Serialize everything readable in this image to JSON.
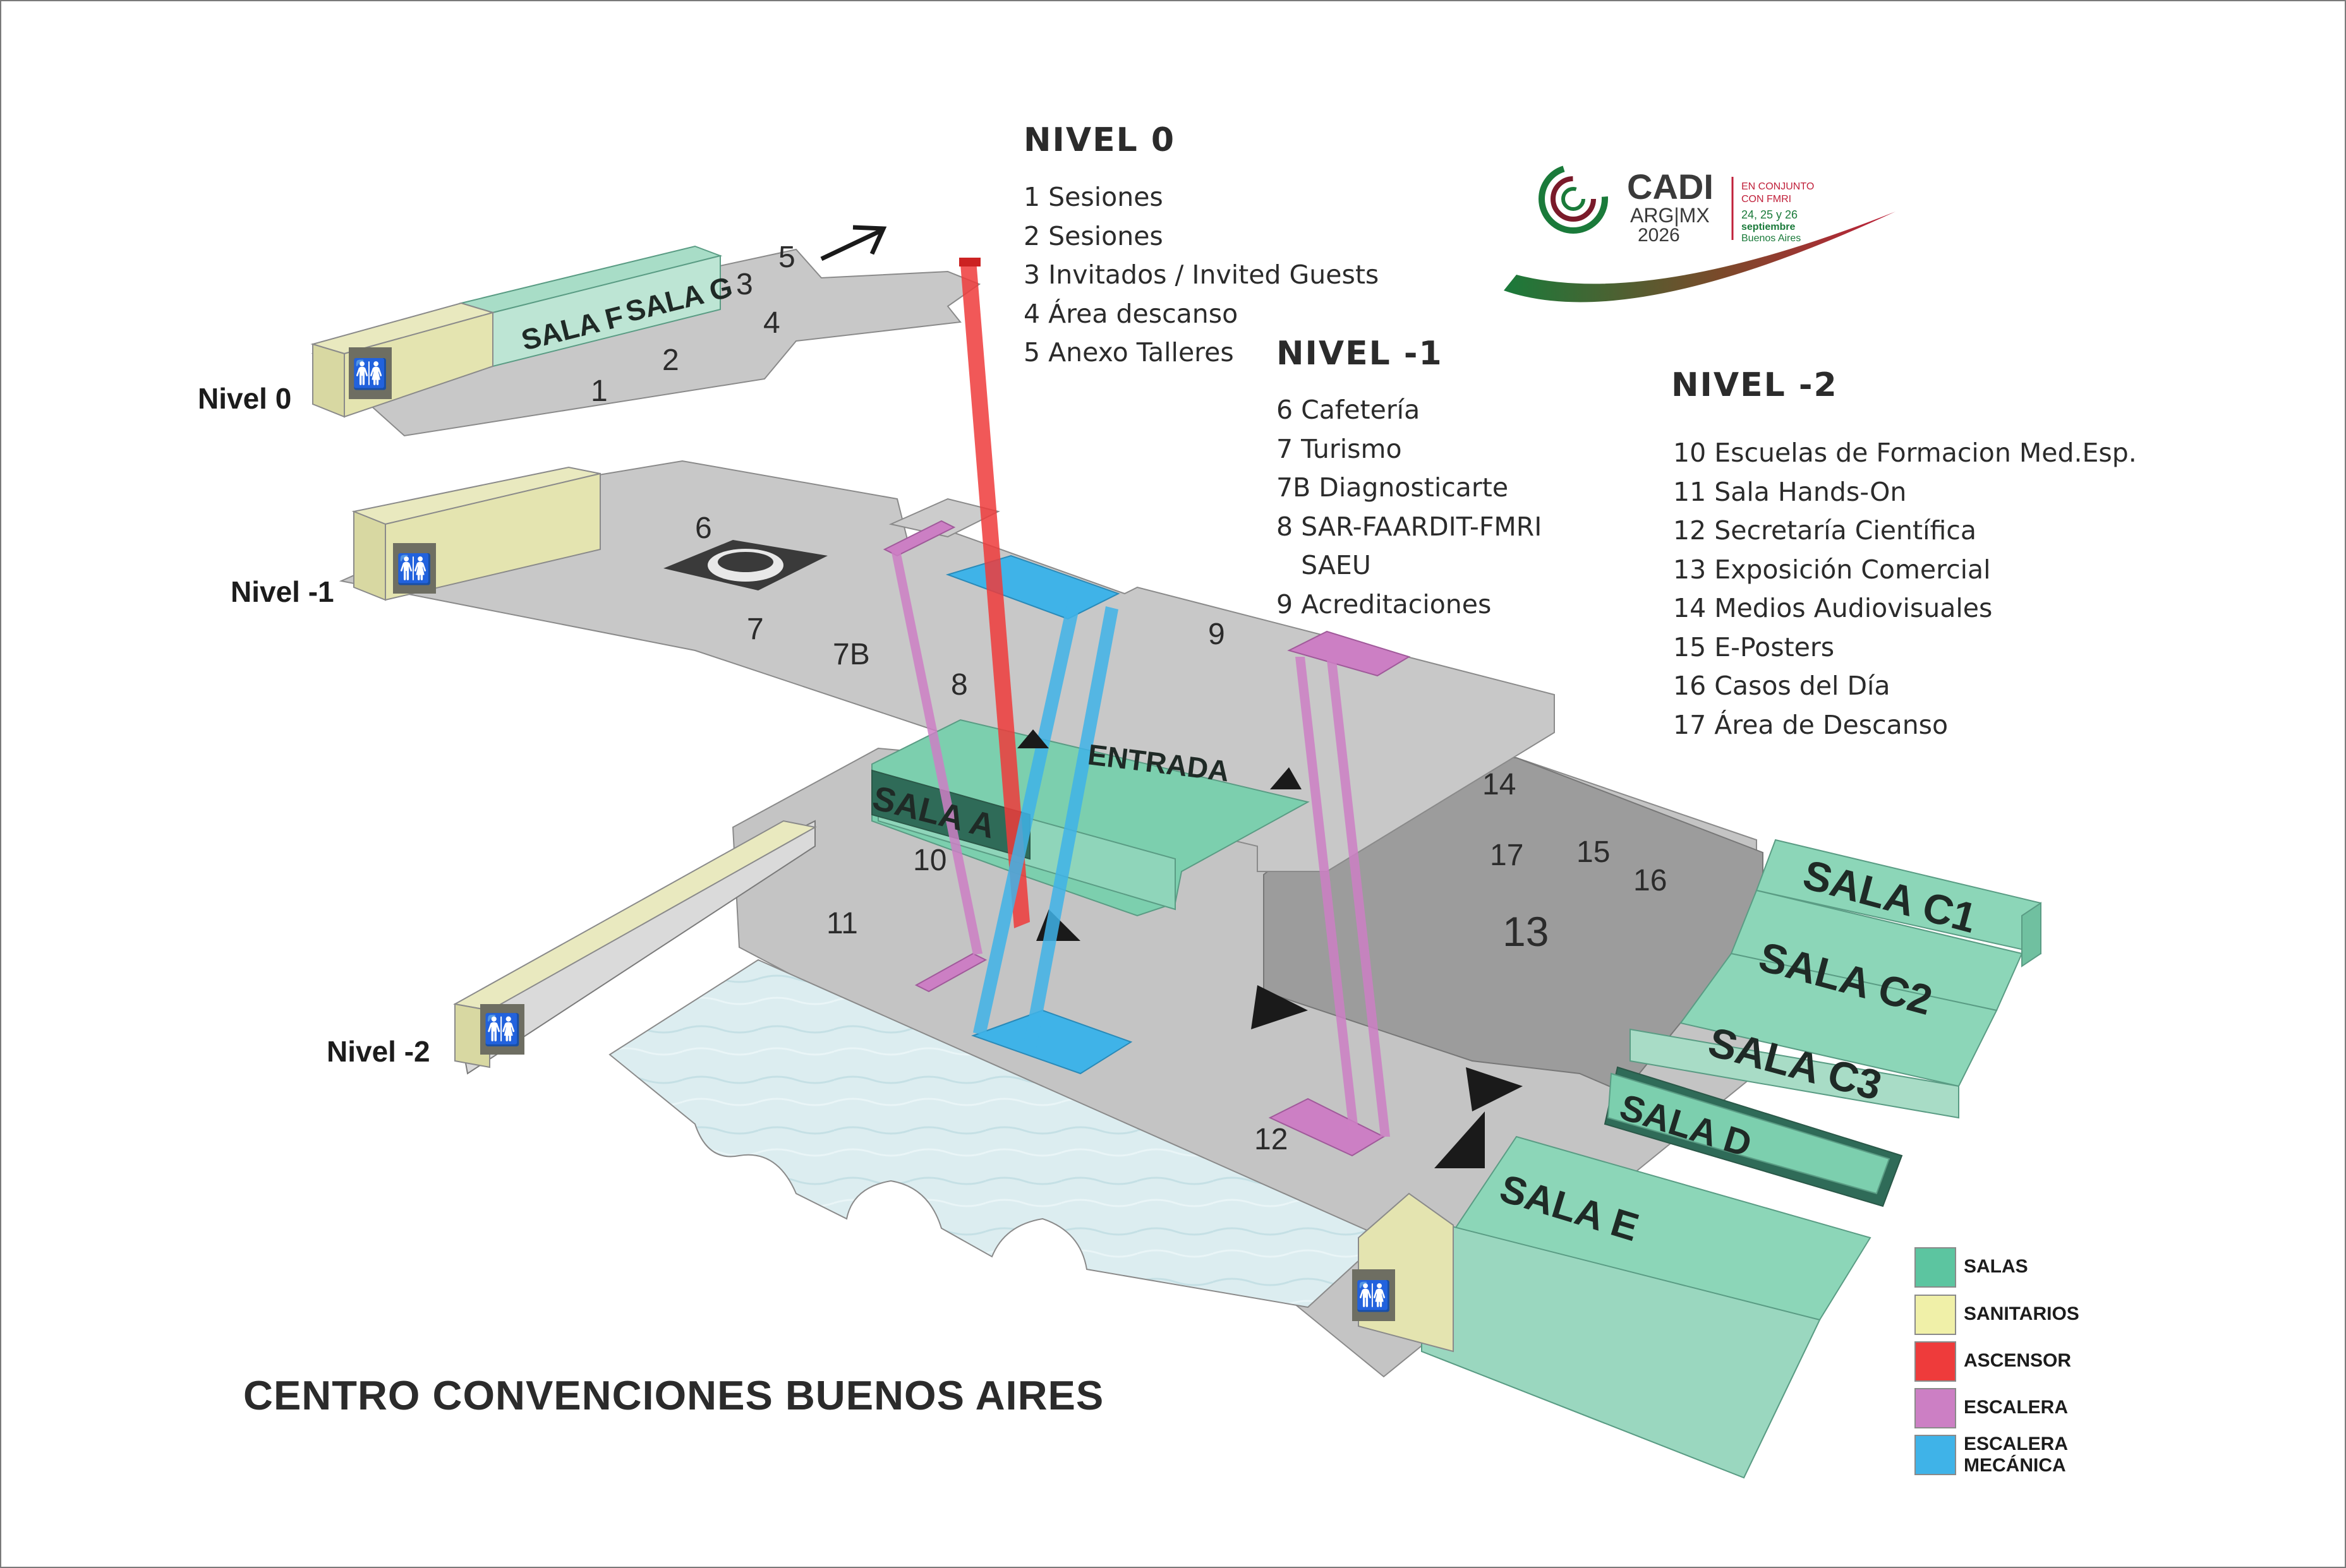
{
  "map_title": "CENTRO CONVENCIONES BUENOS AIRES",
  "levels": {
    "nivel0": {
      "title": "NIVEL 0",
      "side_label": "Nivel 0",
      "items": [
        "1 Sesiones",
        "2 Sesiones",
        "3 Invitados / Invited Guests",
        "4 Área descanso",
        "5 Anexo Talleres"
      ]
    },
    "nivel_1": {
      "title": "NIVEL -1",
      "side_label": "Nivel -1",
      "items": [
        "6 Cafetería",
        "7 Turismo",
        "7B Diagnosticarte",
        "8 SAR-FAARDIT-FMRI",
        "   SAEU",
        "9 Acreditaciones"
      ]
    },
    "nivel_2": {
      "title": "NIVEL -2",
      "side_label": "Nivel -2",
      "items": [
        "10 Escuelas de Formacion Med.Esp.",
        "11 Sala Hands-On",
        "12 Secretaría Científica",
        "13 Exposición Comercial",
        "14 Medios Audiovisuales",
        "15 E-Posters",
        "16 Casos del Día",
        "17 Área de Descanso"
      ]
    }
  },
  "map_labels": {
    "n1": "1",
    "n2": "2",
    "n3": "3",
    "n4": "4",
    "n5": "5",
    "n6": "6",
    "n7": "7",
    "n7b": "7B",
    "n8": "8",
    "n9": "9",
    "n10": "10",
    "n11": "11",
    "n12": "12",
    "n13": "13",
    "n14": "14",
    "n15": "15",
    "n16": "16",
    "n17": "17",
    "entrada": "ENTRADA",
    "sala_f": "SALA F",
    "sala_g": "SALA G",
    "sala_a": "SALA A",
    "sala_c1": "SALA C1",
    "sala_c2": "SALA C2",
    "sala_c3": "SALA C3",
    "sala_d": "SALA D",
    "sala_e": "SALA E"
  },
  "legend_key": [
    {
      "label": "SALAS",
      "color": "#5cc5a0"
    },
    {
      "label": "SANITARIOS",
      "color": "#f0f0a8"
    },
    {
      "label": "ASCENSOR",
      "color": "#ee3b3b"
    },
    {
      "label": "ESCALERA",
      "color": "#cc7fc4"
    },
    {
      "label": "ESCALERA\nMECÁNICA",
      "color": "#3fb3e8"
    }
  ],
  "logo": {
    "brand": "CADI",
    "sub1": "ARG|MX",
    "year": "2026",
    "tag1": "EN CONJUNTO",
    "tag2": "CON FMRI",
    "dates": "24, 25 y 26",
    "month": "septiembre",
    "city": "Buenos Aires"
  },
  "icons": [
    "restroom-icon",
    "coffee-cup-icon",
    "direction-arrow-icon"
  ],
  "colors": {
    "floor": "#c8c8c8",
    "floor_dark": "#9e9e9e",
    "salas": "#7ccfae",
    "sanitarios": "#e4e4b0",
    "ascensor": "#ee3b3b",
    "escalera": "#cc7fc4",
    "escalera_mecanica": "#3fb3e8",
    "water": "#d6ecef"
  }
}
